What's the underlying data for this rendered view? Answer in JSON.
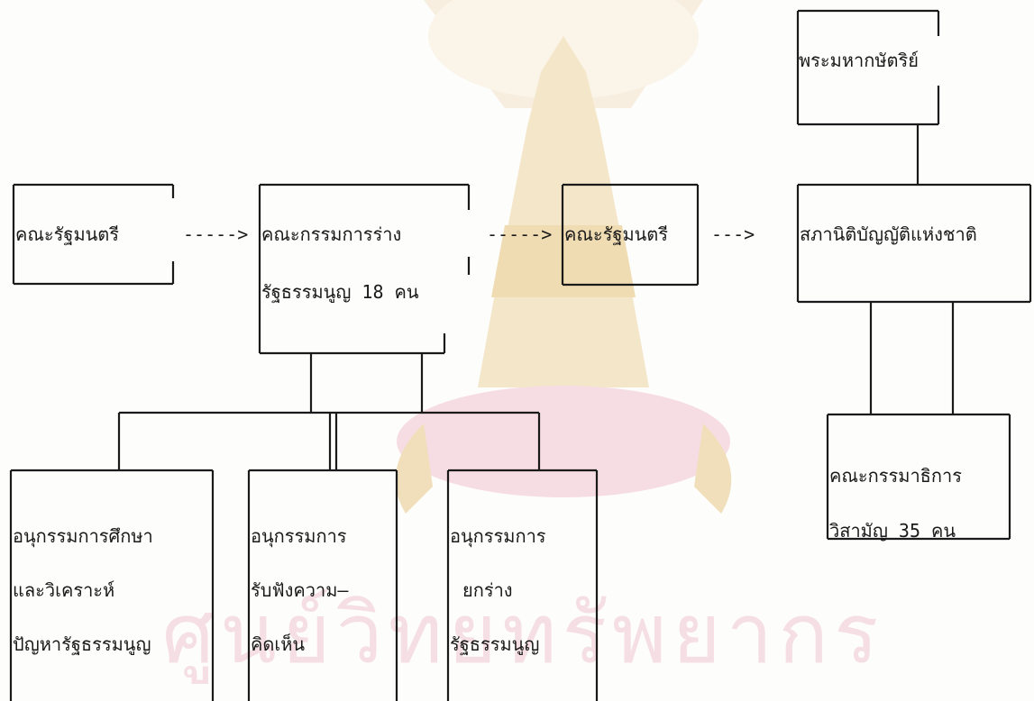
{
  "watermark": {
    "text": "ศูนย์วิทยทรัพยากร",
    "colors": {
      "light": "#f7eee0",
      "pink": "#f6dde3",
      "gold": "#f0dfba"
    }
  },
  "diagram": {
    "nodes": {
      "king": {
        "lines": [
          "พระมหากษัตริย์"
        ]
      },
      "cabinet_1": {
        "lines": [
          "คณะรัฐมนตรี"
        ]
      },
      "drafting_committee": {
        "lines": [
          "คณะกรรมการร่าง",
          "รัฐธรรมนูญ 18 คน"
        ]
      },
      "cabinet_2": {
        "lines": [
          "คณะรัฐมนตรี"
        ]
      },
      "national_assembly": {
        "lines": [
          "สภานิติบัญญัติแห่งชาติ"
        ]
      },
      "subcommittee_study": {
        "lines": [
          "อนุกรรมการศึกษา",
          "และวิเคราะห์",
          "ปัญหารัฐธรรมนูญ"
        ]
      },
      "subcommittee_hearing": {
        "lines": [
          "อนุกรรมการ",
          "รับฟังความ–",
          "คิดเห็น"
        ]
      },
      "subcommittee_drafting": {
        "lines": [
          "อนุกรรมการ",
          "ยกร่าง",
          "รัฐธรรมนูญ"
        ]
      },
      "special_committee": {
        "lines": [
          "คณะกรรมาธิการ",
          "วิสามัญ 35 คน"
        ]
      }
    },
    "arrows": [
      "----->",
      "----->",
      "--->"
    ]
  }
}
